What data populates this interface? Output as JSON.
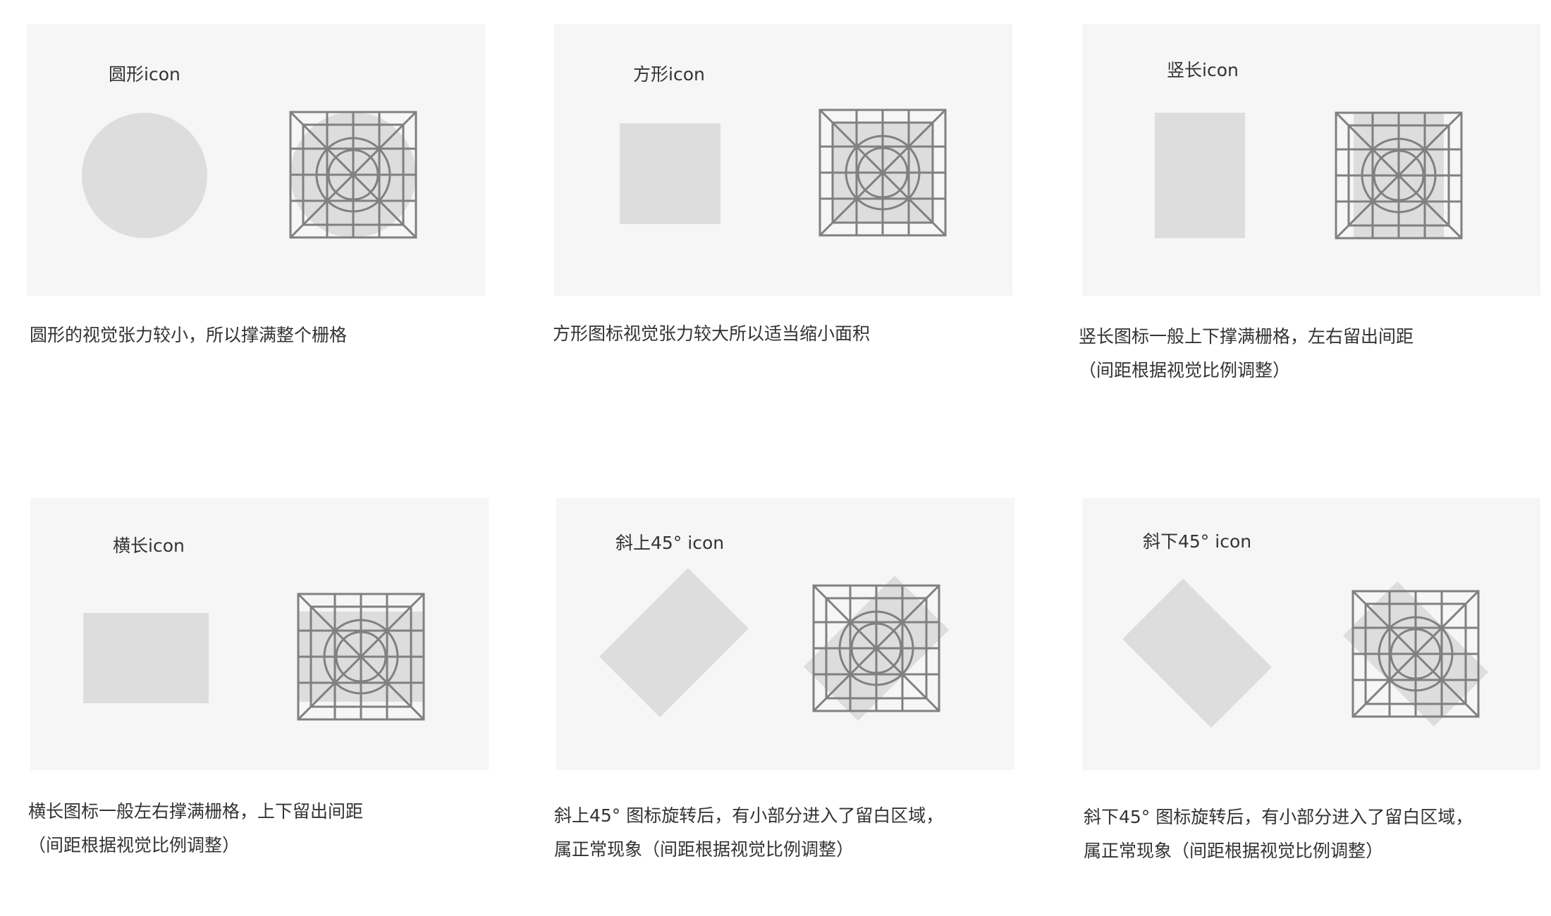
{
  "colors": {
    "panel_bg": "#f6f6f6",
    "shape_fill": "#dcdddc",
    "grid_stroke": "#808080",
    "text": "#333333"
  },
  "panels": [
    {
      "title": "圆形icon",
      "shape": "circle",
      "caption": [
        "圆形的视觉张力较小，所以撑满整个栅格"
      ]
    },
    {
      "title": "方形icon",
      "shape": "square",
      "caption": [
        "方形图标视觉张力较大所以适当缩小面积"
      ]
    },
    {
      "title": "竖长icon",
      "shape": "vertical-rectangle",
      "caption": [
        "竖长图标一般上下撑满栅格，左右留出间距",
        "（间距根据视觉比例调整）"
      ]
    },
    {
      "title": "横长icon",
      "shape": "horizontal-rectangle",
      "caption": [
        "横长图标一般左右撑满栅格，上下留出间距",
        "（间距根据视觉比例调整）"
      ]
    },
    {
      "title": "斜上45°  icon",
      "shape": "diagonal-up-45",
      "caption": [
        "斜上45°  图标旋转后，有小部分进入了留白区域，",
        "属正常现象（间距根据视觉比例调整）"
      ]
    },
    {
      "title": "斜下45°  icon",
      "shape": "diagonal-down-45",
      "caption": [
        "斜下45°  图标旋转后，有小部分进入了留白区域，",
        "属正常现象（间距根据视觉比例调整）"
      ]
    }
  ]
}
